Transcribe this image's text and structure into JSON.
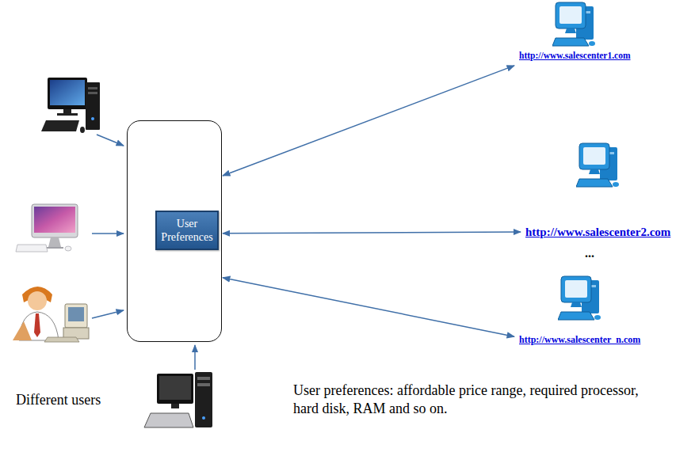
{
  "diagram": {
    "nodes": [
      {
        "text": []
      },
      {
        "text": [
          "User Preferences"
        ],
        "in": 0
      },
      {
        "text": [
          "http://www.salescenter1.com"
        ]
      },
      {
        "text": [
          "http://www.salescenter2.com"
        ]
      },
      {
        "text": [
          "http://www.salescenter_n.com"
        ]
      }
    ],
    "edges": [
      {
        "from": 0,
        "to": 2,
        "arrow": "both"
      },
      {
        "from": 0,
        "to": 3,
        "arrow": "both"
      },
      {
        "from": 0,
        "to": 4,
        "arrow": "both"
      }
    ],
    "labels": [
      "...",
      "Different users",
      "User preferences: affordable price range, required processor, hard disk, RAM and so on."
    ]
  }
}
